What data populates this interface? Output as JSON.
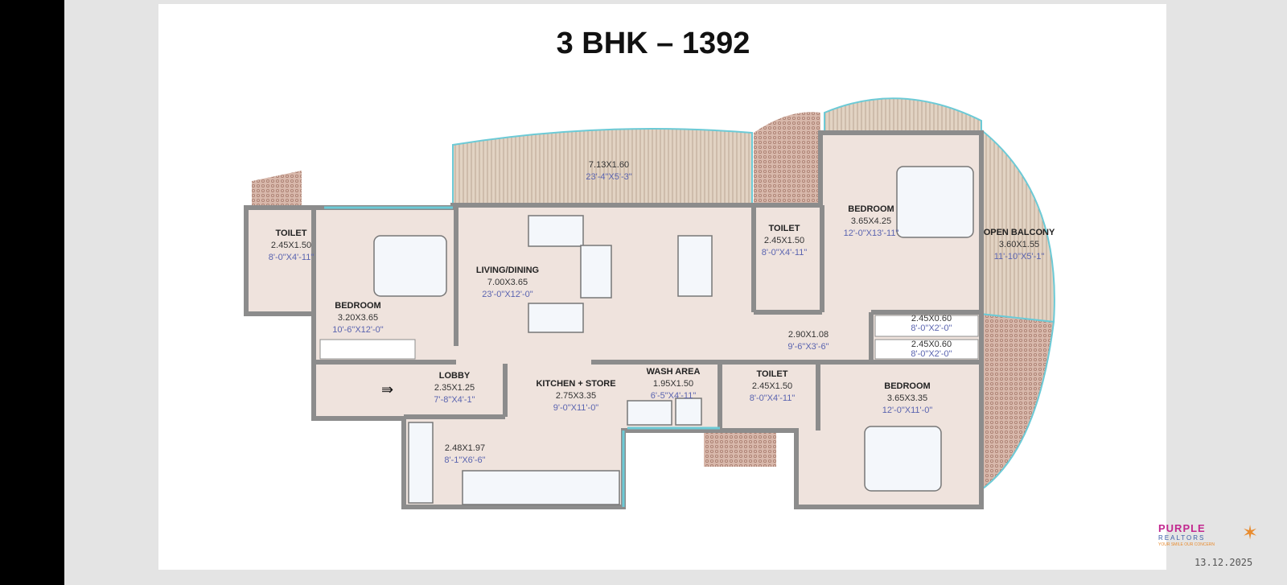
{
  "title": "3 BHK – 1392",
  "rooms": {
    "front_balcony": {
      "metric": "7.13X1.60",
      "imperial": "23'-4\"X5'-3\""
    },
    "toilet_left": {
      "name": "TOILET",
      "metric": "2.45X1.50",
      "imperial": "8'-0\"X4'-11\""
    },
    "bedroom_left": {
      "name": "BEDROOM",
      "metric": "3.20X3.65",
      "imperial": "10'-6\"X12'-0\""
    },
    "living_dining": {
      "name": "LIVING/DINING",
      "metric": "7.00X3.65",
      "imperial": "23'-0\"X12'-0\""
    },
    "toilet_mid": {
      "name": "TOILET",
      "metric": "2.45X1.50",
      "imperial": "8'-0\"X4'-11\""
    },
    "bedroom_master": {
      "name": "BEDROOM",
      "metric": "3.65X4.25",
      "imperial": "12'-0\"X13'-11\""
    },
    "open_balcony": {
      "name": "OPEN BALCONY",
      "metric": "3.60X1.55",
      "imperial": "11'-10\"X5'-1\""
    },
    "passage": {
      "metric": "2.90X1.08",
      "imperial": "9'-6\"X3'-6\""
    },
    "wardrobe_1": {
      "metric": "2.45X0.60",
      "imperial": "8'-0\"X2'-0\""
    },
    "wardrobe_2": {
      "metric": "2.45X0.60",
      "imperial": "8'-0\"X2'-0\""
    },
    "lobby": {
      "name": "LOBBY",
      "metric": "2.35X1.25",
      "imperial": "7'-8\"X4'-1\""
    },
    "kitchen": {
      "name": "KITCHEN + STORE",
      "metric": "2.75X3.35",
      "imperial": "9'-0\"X11'-0\""
    },
    "wash_area": {
      "name": "WASH AREA",
      "metric": "1.95X1.50",
      "imperial": "6'-5\"X4'-11\""
    },
    "toilet_bottom": {
      "name": "TOILET",
      "metric": "2.45X1.50",
      "imperial": "8'-0\"X4'-11\""
    },
    "bedroom_bottom": {
      "name": "BEDROOM",
      "metric": "3.65X3.35",
      "imperial": "12'-0\"X11'-0\""
    },
    "kitchen_lower": {
      "metric": "2.48X1.97",
      "imperial": "8'-1\"X6'-6\""
    }
  },
  "logo": {
    "line1": "PURPLE",
    "line2": "REALTORS",
    "tagline": "YOUR SMILE OUR CONCERN"
  },
  "date": "13.12.2025",
  "colors": {
    "floor": "#efe3dd",
    "wall": "#8c8c8c",
    "balcony": "#dccbb9",
    "glass": "#6ccad6",
    "hatch": "#c4a093",
    "dim": "#5a64b0"
  }
}
